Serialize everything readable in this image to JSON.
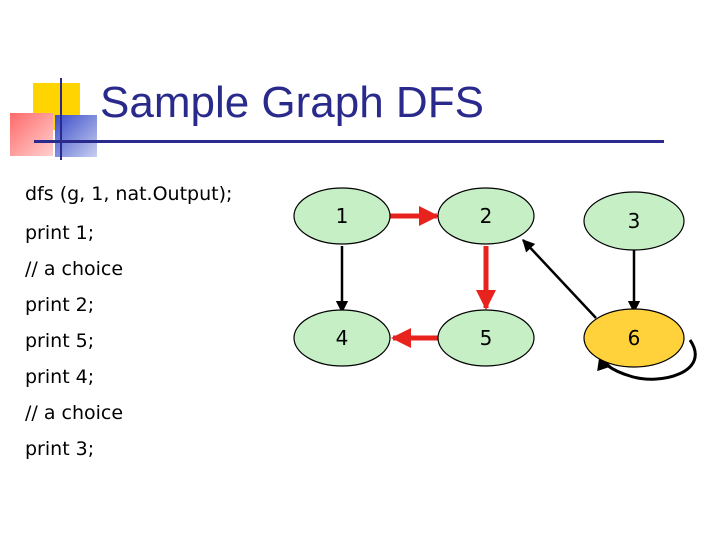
{
  "slide": {
    "title": "Sample Graph DFS"
  },
  "code_lines": [
    "dfs (g, 1, nat.Output);",
    "print 1;",
    "// a choice",
    "print 2;",
    "print 5;",
    "print 4;",
    "// a choice",
    "print 3;"
  ],
  "graph": {
    "nodes": [
      {
        "id": "1",
        "label": "1",
        "fill": "#c6efc6"
      },
      {
        "id": "2",
        "label": "2",
        "fill": "#c6efc6"
      },
      {
        "id": "3",
        "label": "3",
        "fill": "#c6efc6"
      },
      {
        "id": "4",
        "label": "4",
        "fill": "#c6efc6"
      },
      {
        "id": "5",
        "label": "5",
        "fill": "#c6efc6"
      },
      {
        "id": "6",
        "label": "6",
        "fill": "#ffd23c"
      }
    ],
    "edges": [
      {
        "from": "1",
        "to": "2",
        "color": "#e8231e"
      },
      {
        "from": "2",
        "to": "5",
        "color": "#e8231e"
      },
      {
        "from": "5",
        "to": "4",
        "color": "#e8231e"
      },
      {
        "from": "1",
        "to": "4",
        "color": "#000000"
      },
      {
        "from": "3",
        "to": "6",
        "color": "#000000"
      },
      {
        "from": "6",
        "to": "2",
        "color": "#000000"
      },
      {
        "from": "6",
        "to": "6",
        "color": "#000000"
      }
    ]
  },
  "colors": {
    "title": "#2a2a8c",
    "node_default": "#c6efc6",
    "node_current": "#ffd23c",
    "edge_traversed": "#e8231e",
    "edge_normal": "#000000"
  }
}
